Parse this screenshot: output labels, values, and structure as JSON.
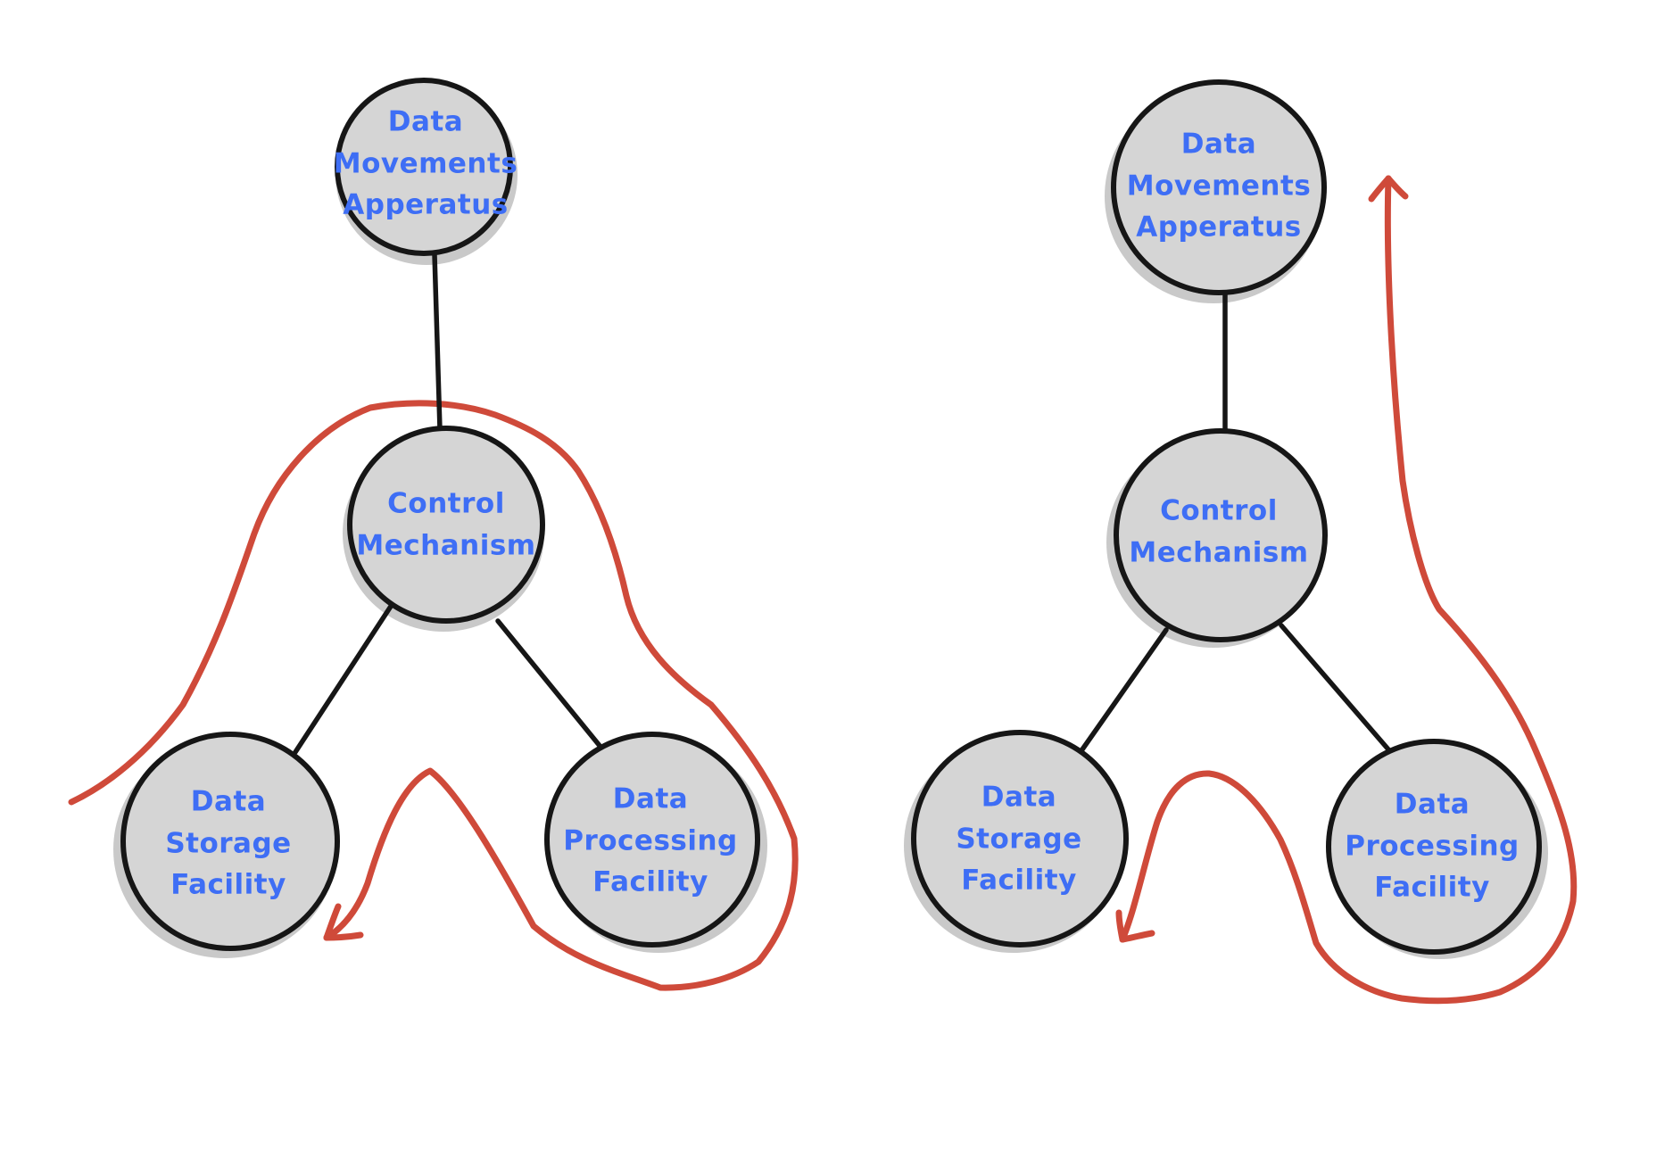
{
  "colors": {
    "accent_red": "#cf4a3a",
    "node_text_blue": "#3e6ef5",
    "node_fill": "#d5d5d5",
    "node_shadow": "#c9c9c9",
    "stroke_black": "#161616",
    "background": "#ffffff"
  },
  "diagrams": [
    {
      "id": "left",
      "nodes": [
        {
          "id": "data-movements-apperatus",
          "label": "Data\nMovements\nApperatus"
        },
        {
          "id": "control-mechanism",
          "label": "Control\nMechanism"
        },
        {
          "id": "data-storage-facility",
          "label": "Data\nStorage\nFacility"
        },
        {
          "id": "data-processing-facility",
          "label": "Data\nProcessing\nFacility"
        }
      ],
      "edges": [
        {
          "from": "data-movements-apperatus",
          "to": "control-mechanism"
        },
        {
          "from": "control-mechanism",
          "to": "data-storage-facility"
        },
        {
          "from": "control-mechanism",
          "to": "data-processing-facility"
        }
      ]
    },
    {
      "id": "right",
      "nodes": [
        {
          "id": "data-movements-apperatus",
          "label": "Data\nMovements\nApperatus"
        },
        {
          "id": "control-mechanism",
          "label": "Control\nMechanism"
        },
        {
          "id": "data-storage-facility",
          "label": "Data\nStorage\nFacility"
        },
        {
          "id": "data-processing-facility",
          "label": "Data\nProcessing\nFacility"
        }
      ],
      "edges": [
        {
          "from": "data-movements-apperatus",
          "to": "control-mechanism"
        },
        {
          "from": "control-mechanism",
          "to": "data-storage-facility"
        },
        {
          "from": "control-mechanism",
          "to": "data-processing-facility"
        }
      ]
    }
  ]
}
